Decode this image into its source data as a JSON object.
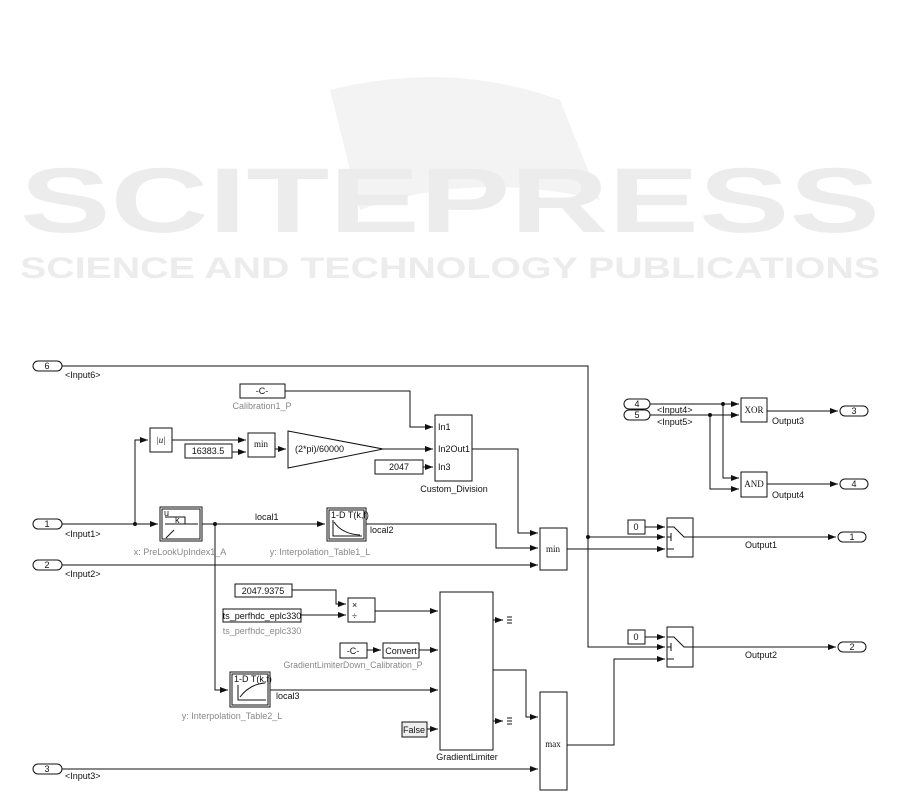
{
  "watermark": {
    "title": "SCITEPRESS",
    "subtitle": "SCIENCE AND TECHNOLOGY PUBLICATIONS"
  },
  "inports": [
    {
      "num": "6",
      "label": "<Input6>"
    },
    {
      "num": "1",
      "label": "<Input1>"
    },
    {
      "num": "2",
      "label": "<Input2>"
    },
    {
      "num": "3",
      "label": "<Input3>"
    },
    {
      "num": "4",
      "label": "<Input4>"
    },
    {
      "num": "5",
      "label": "<Input5>"
    }
  ],
  "outports": [
    {
      "num": "3",
      "label": "Output3"
    },
    {
      "num": "4",
      "label": "Output4"
    },
    {
      "num": "1",
      "label": "Output1"
    },
    {
      "num": "2",
      "label": "Output2"
    }
  ],
  "blocks": {
    "const_c1": "-C-",
    "calibration1_label": "Calibration1_P",
    "abs": "|u|",
    "const_16383": "16383.5",
    "min1": "min",
    "gain": "(2*pi)/60000",
    "custom_division": {
      "in1": "In1",
      "in2": "In2",
      "in3": "In3",
      "out1": "Out1",
      "label": "Custom_Division"
    },
    "const_2047": "2047",
    "prelookup_label": "x: PreLookUpIndex1_A",
    "interp1_title": "1-D T(k,f)",
    "interp1_label": "y: Interpolation_Table1_L",
    "signal_local1": "local1",
    "signal_local2": "local2",
    "signal_local3": "local3",
    "min2": "min",
    "const_20479375": "2047.9375",
    "ts_block": "ts_perfhdc_eplc330",
    "ts_label": "ts_perfhdc_eplc330",
    "const_c2": "-C-",
    "convert": "Convert",
    "gld_label": "GradientLimiterDown_Calibration_P",
    "interp2_title": "1-D T(k,f)",
    "interp2_label": "y: Interpolation_Table2_L",
    "false_const": "False",
    "gradient_limiter": "GradientLimiter",
    "max": "max",
    "xor": "XOR",
    "and": "AND",
    "switch1_const": "0",
    "switch2_const": "0",
    "product_mul": "×",
    "product_div": "÷"
  }
}
